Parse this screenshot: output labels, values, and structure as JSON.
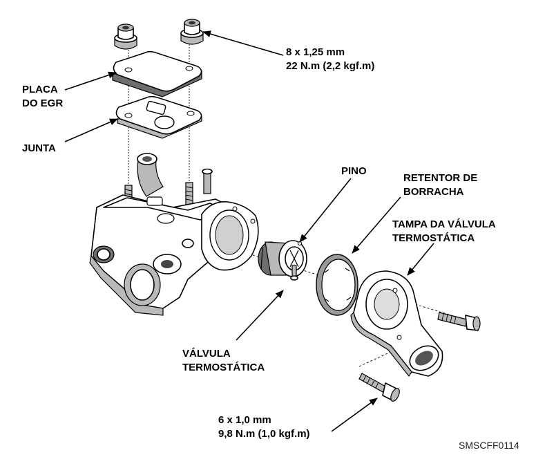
{
  "labels": {
    "bolt_top_spec_line1": "8 x 1,25 mm",
    "bolt_top_spec_line2": "22 N.m (2,2 kgf.m)",
    "egr_plate_line1": "PLACA",
    "egr_plate_line2": "DO EGR",
    "gasket": "JUNTA",
    "pin": "PINO",
    "rubber_seal_line1": "RETENTOR DE",
    "rubber_seal_line2": "BORRACHA",
    "thermostat_cover_line1": "TAMPA DA VÁLVULA",
    "thermostat_cover_line2": "TERMOSTÁTICA",
    "thermostat_line1": "VÁLVULA",
    "thermostat_line2": "TERMOSTÁTICA",
    "bolt_bottom_spec_line1": "6 x 1,0 mm",
    "bolt_bottom_spec_line2": "9,8 N.m (1,0 kgf.m)",
    "figure_code": "SMSCFF0114"
  }
}
